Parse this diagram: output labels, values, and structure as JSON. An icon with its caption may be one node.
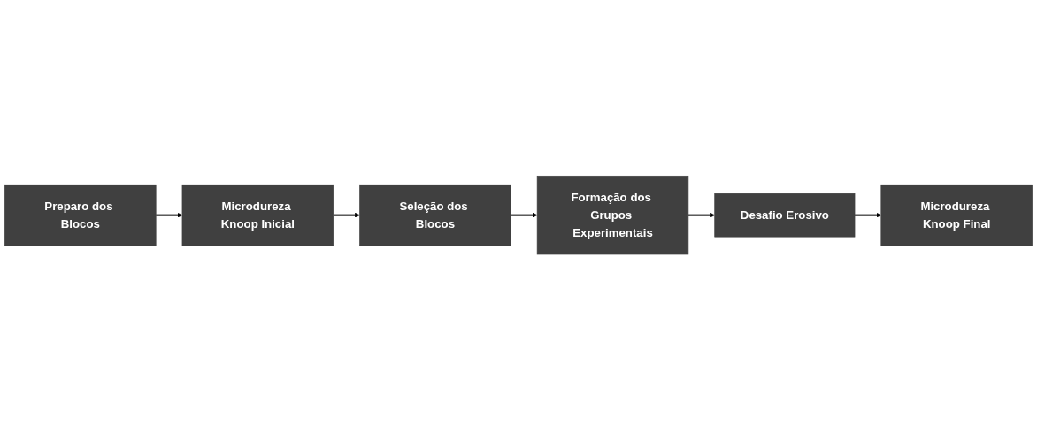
{
  "diagram": {
    "nodes": [
      {
        "text": [
          "Preparo dos Blocos"
        ]
      },
      {
        "text": [
          "Microdureza Knoop Inicial"
        ]
      },
      {
        "text": [
          "Seleção dos Blocos"
        ]
      },
      {
        "text": [
          "Formação dos Grupos Experimentais"
        ]
      },
      {
        "text": [
          "Desafio Erosivo"
        ]
      },
      {
        "text": [
          "Microdureza Knoop Final"
        ]
      }
    ],
    "edges": [
      {
        "from": 0,
        "to": 1,
        "arrow": "to"
      },
      {
        "from": 1,
        "to": 2,
        "arrow": "to"
      },
      {
        "from": 2,
        "to": 3,
        "arrow": "to"
      },
      {
        "from": 3,
        "to": 4,
        "arrow": "to"
      },
      {
        "from": 4,
        "to": 5,
        "arrow": "to"
      }
    ]
  }
}
